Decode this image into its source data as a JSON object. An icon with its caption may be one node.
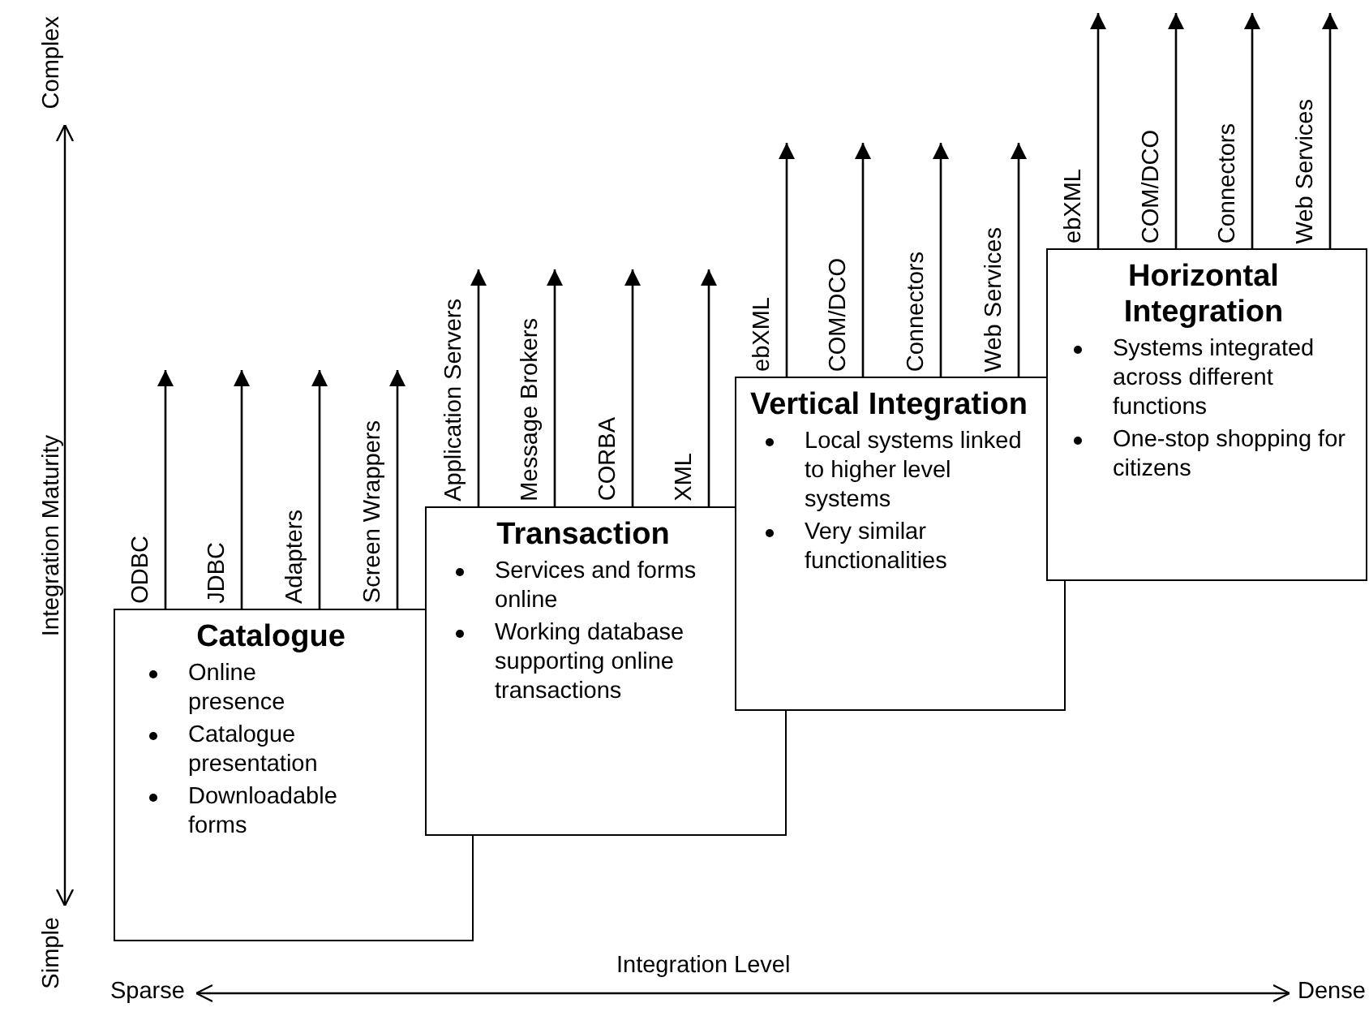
{
  "diagram": {
    "nodes": [
      {
        "text": [
          "Catalogue",
          "Online presence",
          "Catalogue presentation",
          "Downloadable forms"
        ]
      },
      {
        "text": [
          "Transaction",
          "Services and forms online",
          "Working database supporting online transactions"
        ]
      },
      {
        "text": [
          "Vertical Integration",
          "Local systems linked to higher level systems",
          "Very similar functionalities"
        ]
      },
      {
        "text": [
          "Horizontal Integration",
          "Systems integrated across different functions",
          "One-stop shopping for citizens"
        ]
      }
    ],
    "edges": [
      {
        "from": 0,
        "to": null,
        "arrow": "to",
        "label": "ODBC"
      },
      {
        "from": 0,
        "to": null,
        "arrow": "to",
        "label": "JDBC"
      },
      {
        "from": 0,
        "to": null,
        "arrow": "to",
        "label": "Adapters"
      },
      {
        "from": 0,
        "to": null,
        "arrow": "to",
        "label": "Screen Wrappers"
      },
      {
        "from": 1,
        "to": null,
        "arrow": "to",
        "label": "Application Servers"
      },
      {
        "from": 1,
        "to": null,
        "arrow": "to",
        "label": "Message Brokers"
      },
      {
        "from": 1,
        "to": null,
        "arrow": "to",
        "label": "CORBA"
      },
      {
        "from": 1,
        "to": null,
        "arrow": "to",
        "label": "XML"
      },
      {
        "from": 2,
        "to": null,
        "arrow": "to",
        "label": "ebXML"
      },
      {
        "from": 2,
        "to": null,
        "arrow": "to",
        "label": "COM/DCO"
      },
      {
        "from": 2,
        "to": null,
        "arrow": "to",
        "label": "Connectors"
      },
      {
        "from": 2,
        "to": null,
        "arrow": "to",
        "label": "Web Services"
      },
      {
        "from": 3,
        "to": null,
        "arrow": "to",
        "label": "ebXML"
      },
      {
        "from": 3,
        "to": null,
        "arrow": "to",
        "label": "COM/DCO"
      },
      {
        "from": 3,
        "to": null,
        "arrow": "to",
        "label": "Connectors"
      },
      {
        "from": 3,
        "to": null,
        "arrow": "to",
        "label": "Web Services"
      }
    ],
    "labels": [
      "Complex",
      "Integration Maturity",
      "Simple",
      "Integration Level",
      "Sparse",
      "Dense"
    ]
  }
}
